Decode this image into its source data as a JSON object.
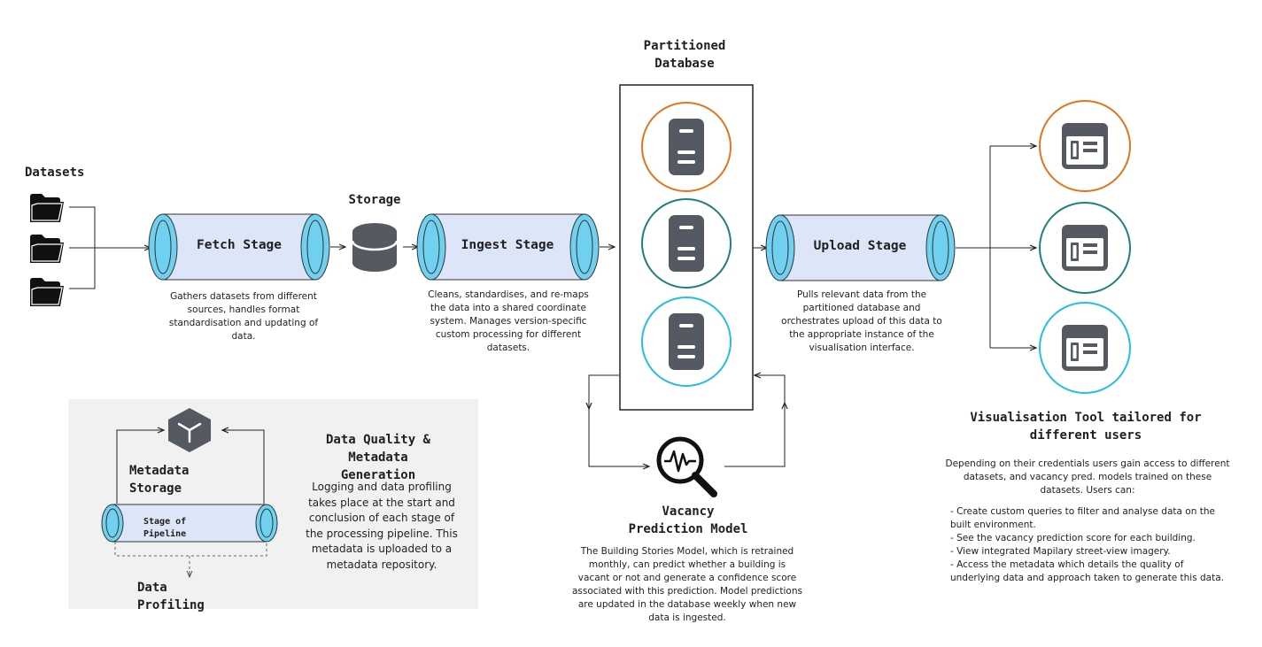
{
  "datasets": {
    "title": "Datasets",
    "folder_count": 3,
    "icon": "folder-icon"
  },
  "fetch": {
    "label": "Fetch Stage",
    "caption": "Gathers datasets from different sources, handles format standardisation and updating of data."
  },
  "storage": {
    "title": "Storage",
    "icon": "database-icon"
  },
  "ingest": {
    "label": "Ingest Stage",
    "caption": "Cleans, standardises, and re-maps the data into a shared coordinate system. Manages version-specific custom processing for different datasets."
  },
  "partitioned_db": {
    "title": "Partitioned Database",
    "server_icon": "server-icon",
    "ring_colors": [
      "#e4741c",
      "#1f8079",
      "#25bde4"
    ]
  },
  "upload": {
    "label": "Upload Stage",
    "caption": "Pulls relevant data from the partitioned database and orchestrates upload of this data to the appropriate instance of the visualisation interface."
  },
  "vacancy": {
    "title": "Vacancy Prediction Model",
    "icon": "magnifier-waveform-icon",
    "caption": "The Building Stories Model, which is retrained monthly, can predict whether a building is vacant or not and generate a confidence score associated with this prediction. Model predictions are updated in the database weekly when new data is ingested."
  },
  "vis_tool": {
    "title": "Visualisation Tool tailored for different users",
    "intro": "Depending on their credentials users gain access to different datasets, and vacancy pred. models trained on these datasets. Users can:",
    "bullets": [
      "- Create custom queries to filter and analyse data on the built environment.",
      "- See the vacancy prediction score for each building.",
      "- View integrated Mapilary street-view imagery.",
      "- Access the metadata which details the quality of underlying data and approach taken to generate this data."
    ],
    "window_icon": "dashboard-window-icon",
    "ring_colors": [
      "#e4741c",
      "#1f8079",
      "#25bde4"
    ]
  },
  "quality_panel": {
    "title": "Data Quality & Metadata Generation",
    "body": "Logging and data profiling takes place at the start and conclusion of each stage of the processing pipeline. This metadata is uploaded to a metadata repository.",
    "metadata_storage": "Metadata Storage",
    "stage_of_pipeline": "Stage of Pipeline",
    "data_profiling": "Data Profiling",
    "cube_icon": "cube-icon"
  },
  "colors": {
    "cylinder_fill": "#dde6f8",
    "cylinder_end": "#6fd0ef",
    "icon_dark": "#555962",
    "panel_bg": "#f1f1f1"
  }
}
